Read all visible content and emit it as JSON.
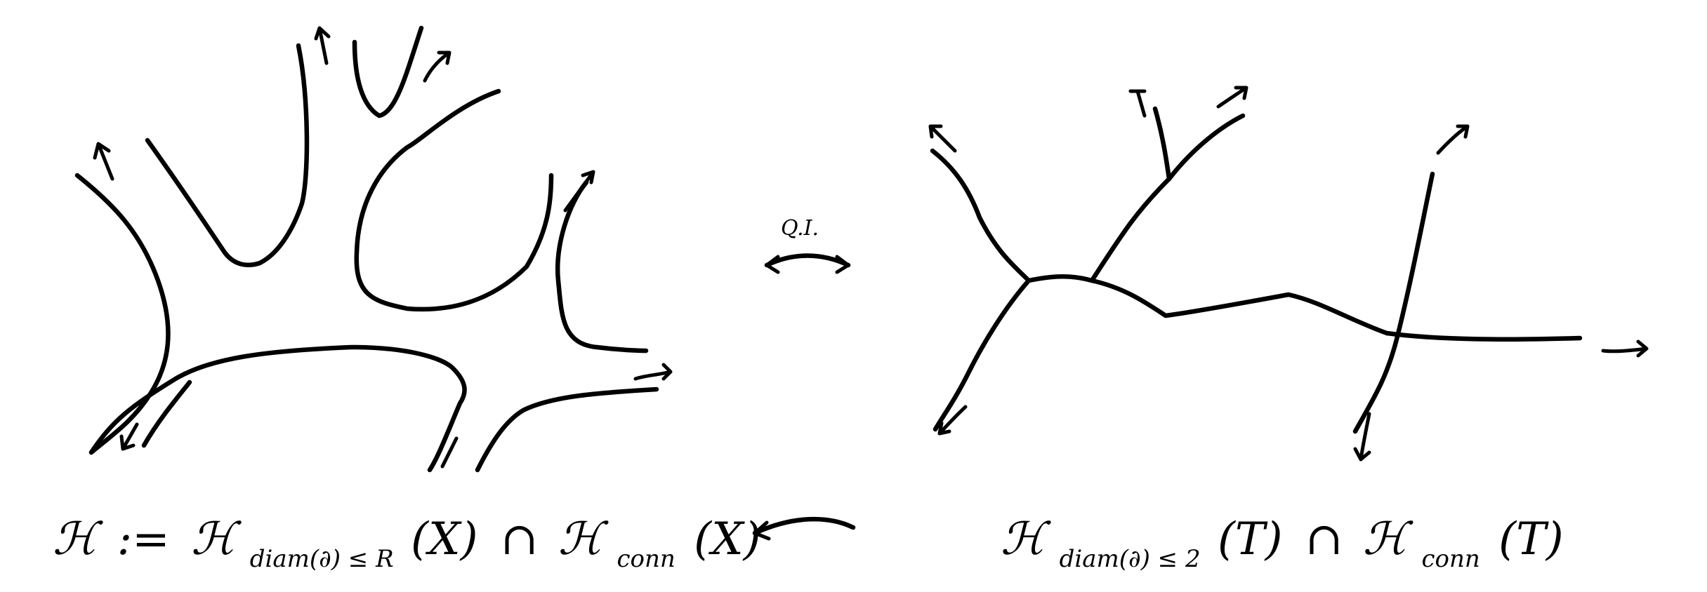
{
  "diagram": {
    "left_formula": {
      "H": "ℋ",
      "assign": ":=",
      "H2": "ℋ",
      "sub1": "diam(∂) ≤ R",
      "arg1": "(X)",
      "cap": "∩",
      "H3": "ℋ",
      "sub2": "conn",
      "arg2": "(X)"
    },
    "right_formula": {
      "H1": "ℋ",
      "sub1": "diam(∂) ≤ 2",
      "arg1": "(T)",
      "cap": "∩",
      "H2": "ℋ",
      "sub2": "conn",
      "arg2": "(T)"
    },
    "qi_label": "Q.I."
  }
}
